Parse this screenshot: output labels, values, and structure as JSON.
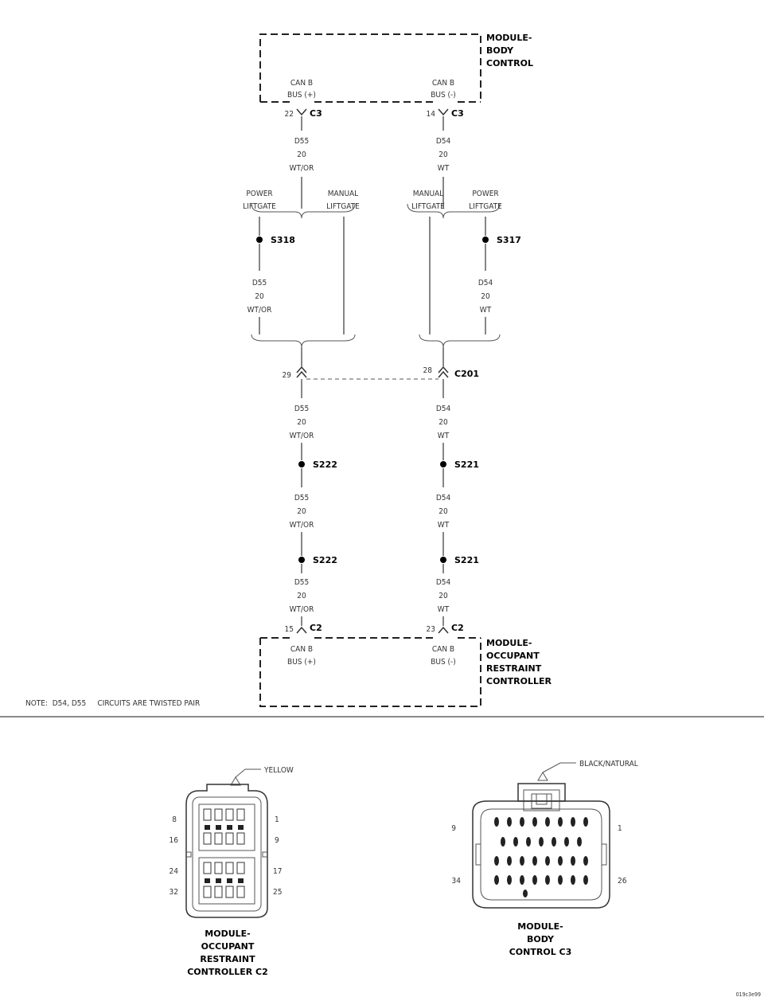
{
  "modules": {
    "bcm": {
      "name_lines": [
        "MODULE-",
        "BODY",
        "CONTROL"
      ]
    },
    "orc": {
      "name_lines": [
        "MODULE-",
        "OCCUPANT",
        "RESTRAINT",
        "CONTROLLER"
      ]
    }
  },
  "pins": {
    "bcm_pos": {
      "num": "22",
      "conn": "C3",
      "label": [
        "CAN B",
        "BUS (+)"
      ]
    },
    "bcm_neg": {
      "num": "14",
      "conn": "C3",
      "label": [
        "CAN B",
        "BUS (-)"
      ]
    },
    "orc_pos": {
      "num": "15",
      "conn": "C2",
      "label": [
        "CAN B",
        "BUS (+)"
      ]
    },
    "orc_neg": {
      "num": "23",
      "conn": "C2",
      "label": [
        "CAN B",
        "BUS (-)"
      ]
    }
  },
  "wires": {
    "d55": [
      "D55",
      "20",
      "WT/OR"
    ],
    "d54": [
      "D54",
      "20",
      "WT"
    ]
  },
  "options": {
    "power": [
      "POWER",
      "LIFTGATE"
    ],
    "manual": [
      "MANUAL",
      "LIFTGATE"
    ]
  },
  "splices": {
    "s318": "S318",
    "s317": "S317",
    "s222": "S222",
    "s221": "S221"
  },
  "connector_c201": {
    "name": "C201",
    "pin_left": "29",
    "pin_right": "28"
  },
  "note": "NOTE:  D54, D55     CIRCUITS ARE TWISTED PAIR",
  "connector_views": {
    "orc_c2": {
      "color": "YELLOW",
      "title_lines": [
        "MODULE-",
        "OCCUPANT",
        "RESTRAINT",
        "CONTROLLER C2"
      ],
      "pins": {
        "top_left": "8",
        "top_right": "1",
        "upper_mid_left": "16",
        "upper_mid_right": "9",
        "lower_mid_left": "24",
        "lower_mid_right": "17",
        "bottom_left": "32",
        "bottom_right": "25"
      }
    },
    "bcm_c3": {
      "color": "BLACK/NATURAL",
      "title_lines": [
        "MODULE-",
        "BODY",
        "CONTROL C3"
      ],
      "pins": {
        "top_left": "9",
        "top_right": "1",
        "bottom_left": "34",
        "bottom_right": "26"
      }
    }
  },
  "figure_id": "019c3e99"
}
